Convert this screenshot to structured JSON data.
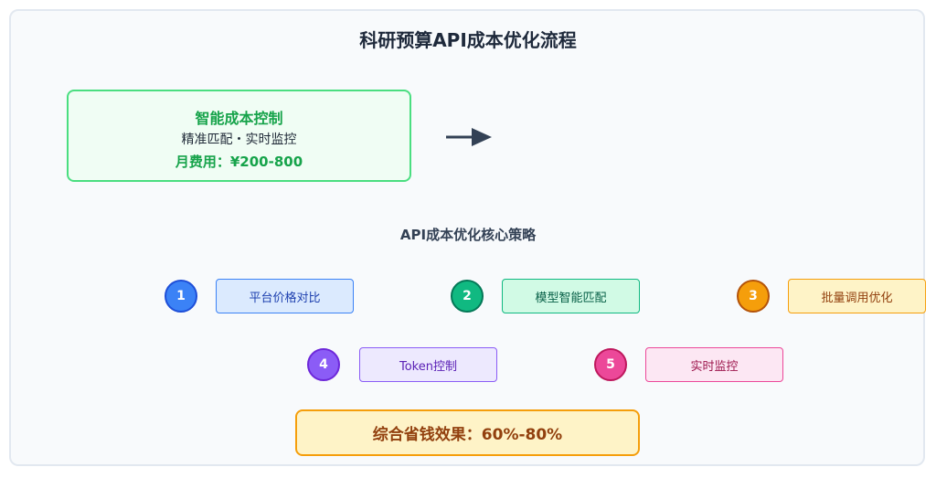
{
  "title": "科研预算API成本优化流程",
  "top_box": {
    "heading": "智能成本控制",
    "subtext": "精准匹配・实时监控",
    "cost": "月费用：¥200-800"
  },
  "strategy_title": "API成本优化核心策略",
  "strategies": [
    {
      "number": "1",
      "label": "平台价格对比",
      "color": "#3b82f6"
    },
    {
      "number": "2",
      "label": "模型智能匹配",
      "color": "#10b981"
    },
    {
      "number": "3",
      "label": "批量调用优化",
      "color": "#f59e0b"
    },
    {
      "number": "4",
      "label": "Token控制",
      "color": "#8b5cf6"
    },
    {
      "number": "5",
      "label": "实时监控",
      "color": "#ec4899"
    }
  ],
  "result": "综合省钱效果：60%-80%"
}
